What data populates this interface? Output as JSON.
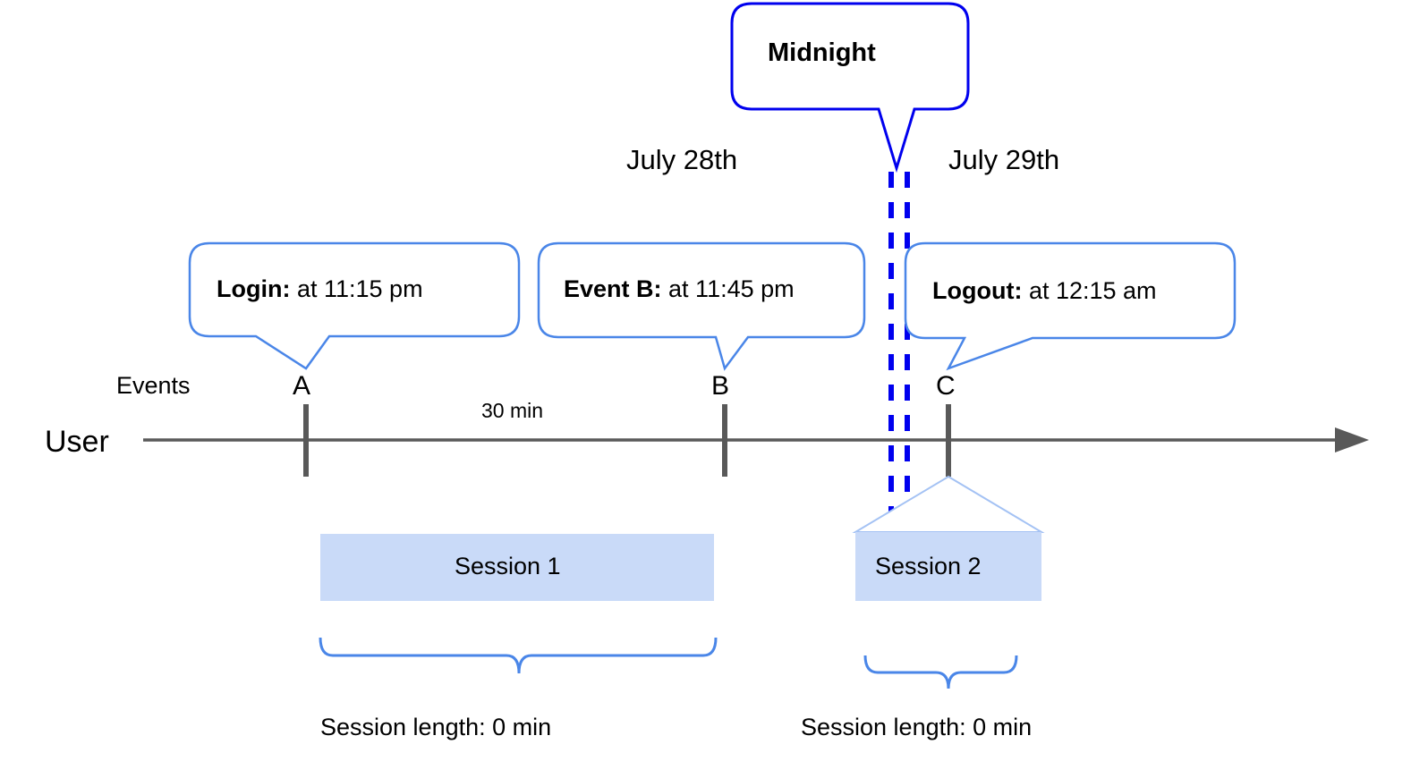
{
  "diagram": {
    "title": "User session timeline across midnight",
    "colors": {
      "callout_border": "#4a86e8",
      "midnight_border": "#0000ee",
      "midnight_dashes": "#0000ee",
      "session_fill": "#c9daf8",
      "session_tent_stroke": "#a4c2f4",
      "axis": "#595959",
      "brace": "#4a86e8",
      "text": "#000000"
    },
    "midnight_callout": {
      "label": "Midnight"
    },
    "date_labels": [
      {
        "name": "july-28",
        "text": "July 28th"
      },
      {
        "name": "july-29",
        "text": "July 29th"
      }
    ],
    "event_callouts": [
      {
        "name": "login",
        "bold": "Login:",
        "rest": " at 11:15 pm"
      },
      {
        "name": "event-b",
        "bold": "Event B:",
        "rest": " at 11:45 pm"
      },
      {
        "name": "logout",
        "bold": "Logout:",
        "rest": " at 12:15 am"
      }
    ],
    "axis": {
      "row_label": "User",
      "events_label": "Events",
      "markers": [
        {
          "name": "marker-a",
          "letter": "A"
        },
        {
          "name": "marker-b",
          "letter": "B"
        },
        {
          "name": "marker-c",
          "letter": "C"
        }
      ],
      "gap_label": "30 min"
    },
    "sessions": [
      {
        "name": "session-1",
        "label": "Session 1",
        "length_label": "Session length: 0 min"
      },
      {
        "name": "session-2",
        "label": "Session 2",
        "length_label": "Session length: 0 min"
      }
    ]
  }
}
